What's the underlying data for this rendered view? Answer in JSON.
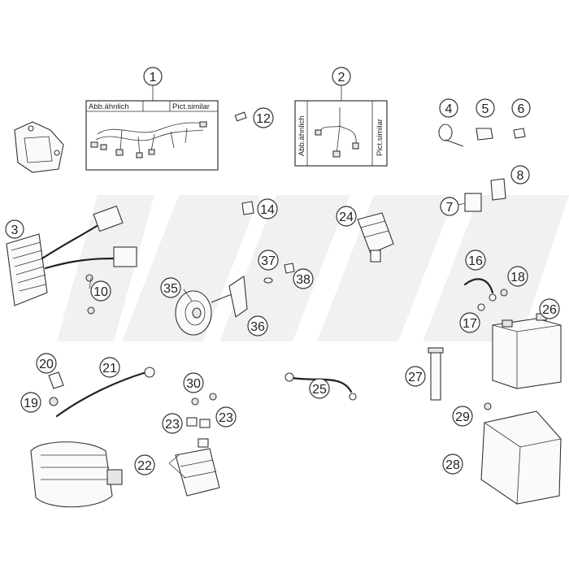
{
  "diagram": {
    "box1": {
      "caption_left": "Abb.ähnlich",
      "caption_right": "Pict.similar"
    },
    "box2": {
      "caption_left": "Abb.ähnlich",
      "caption_right": "Pict.similar"
    },
    "callouts": {
      "c1": "1",
      "c2": "2",
      "c3": "3",
      "c4": "4",
      "c5": "5",
      "c6": "6",
      "c7": "7",
      "c8": "8",
      "c10": "10",
      "c12": "12",
      "c14": "14",
      "c16": "16",
      "c17": "17",
      "c18": "18",
      "c19": "19",
      "c20": "20",
      "c21": "21",
      "c22": "22",
      "c23a": "23",
      "c23b": "23",
      "c24": "24",
      "c25": "25",
      "c26": "26",
      "c27": "27",
      "c28": "28",
      "c29": "29",
      "c30": "30",
      "c35": "35",
      "c36": "36",
      "c37": "37",
      "c38": "38"
    }
  }
}
